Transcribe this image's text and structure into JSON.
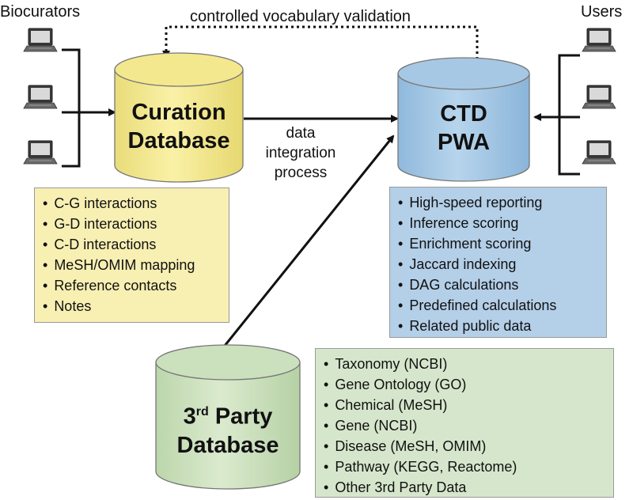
{
  "actors": {
    "biocurators": "Biocurators",
    "users": "Users"
  },
  "feedback_label": "controlled vocabulary validation",
  "flow_label": [
    "data",
    "integration",
    "process"
  ],
  "curation_db": {
    "title_lines": [
      "Curation",
      "Database"
    ],
    "fill": "#f8ee9e",
    "items": [
      "C-G interactions",
      "G-D interactions",
      "C-D interactions",
      "MeSH/OMIM mapping",
      "Reference contacts",
      "Notes"
    ],
    "box_fill": "#f8efb3"
  },
  "ctd_pwa": {
    "title_lines": [
      "CTD",
      "PWA"
    ],
    "fill": "#a9cbe6",
    "items": [
      "High-speed reporting",
      "Inference scoring",
      "Enrichment scoring",
      "Jaccard indexing",
      "DAG calculations",
      "Predefined calculations",
      "Related public data"
    ],
    "box_fill": "#b4cfe8"
  },
  "third_party_db": {
    "title_lines": [
      "3rd Party",
      "Database"
    ],
    "title_sup": "rd",
    "fill": "#cfe2c3",
    "items": [
      "Taxonomy (NCBI)",
      "Gene Ontology (GO)",
      "Chemical (MeSH)",
      "Gene (NCBI)",
      "Disease (MeSH, OMIM)",
      "Pathway (KEGG, Reactome)",
      "Other 3rd Party Data"
    ],
    "box_fill": "#d6e6cc"
  },
  "icons": {
    "computer": "laptop-icon"
  }
}
